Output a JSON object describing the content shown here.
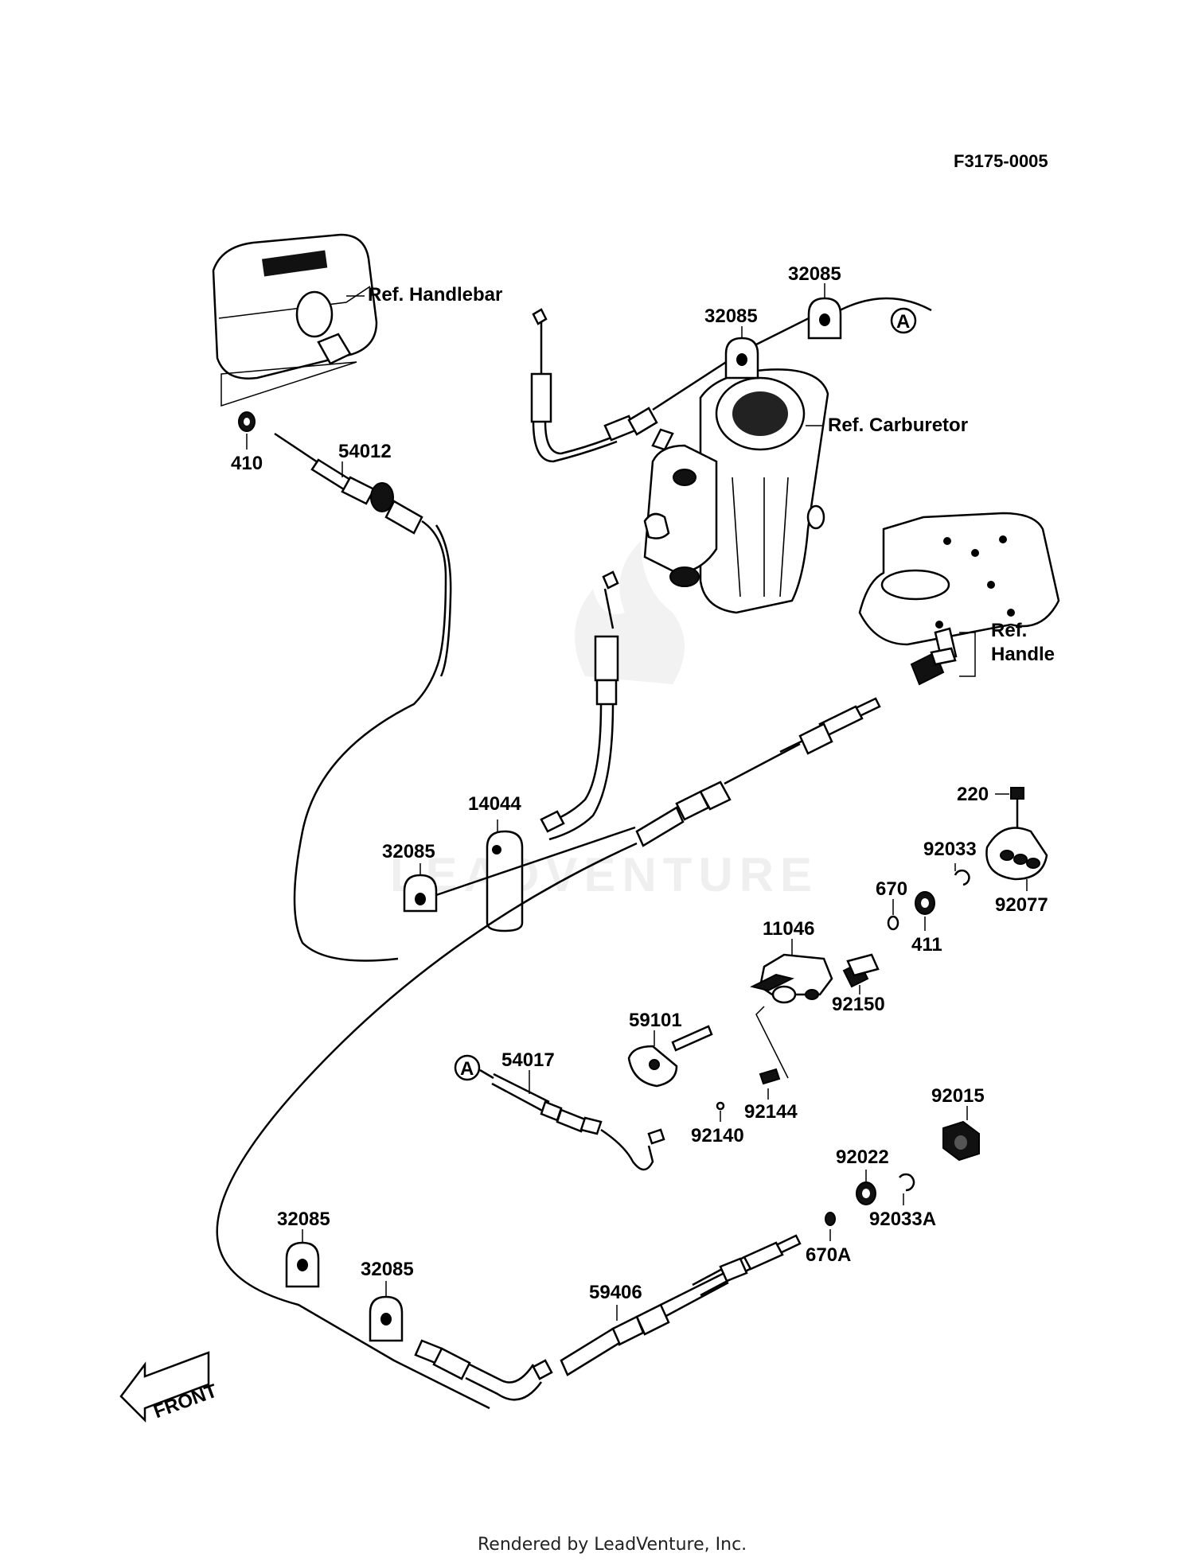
{
  "diagram_code": "F3175-0005",
  "refs": {
    "handlebar": "Ref. Handlebar",
    "carburetor": "Ref. Carburetor",
    "handle_line1": "Ref.",
    "handle_line2": "Handle"
  },
  "connector": "A",
  "parts": {
    "p32085_a": "32085",
    "p32085_b": "32085",
    "p32085_c": "32085",
    "p32085_d": "32085",
    "p32085_e": "32085",
    "p410": "410",
    "p54012": "54012",
    "p14044": "14044",
    "p220": "220",
    "p92033": "92033",
    "p92077": "92077",
    "p670": "670",
    "p411": "411",
    "p11046": "11046",
    "p92150": "92150",
    "p59101": "59101",
    "p54017": "54017",
    "p92144": "92144",
    "p92140": "92140",
    "p92015": "92015",
    "p92022": "92022",
    "p92033A": "92033A",
    "p670A": "670A",
    "p59406": "59406"
  },
  "front_label": "FRONT",
  "watermark": "LEADVENTURE",
  "footer": "Rendered by LeadVenture, Inc."
}
